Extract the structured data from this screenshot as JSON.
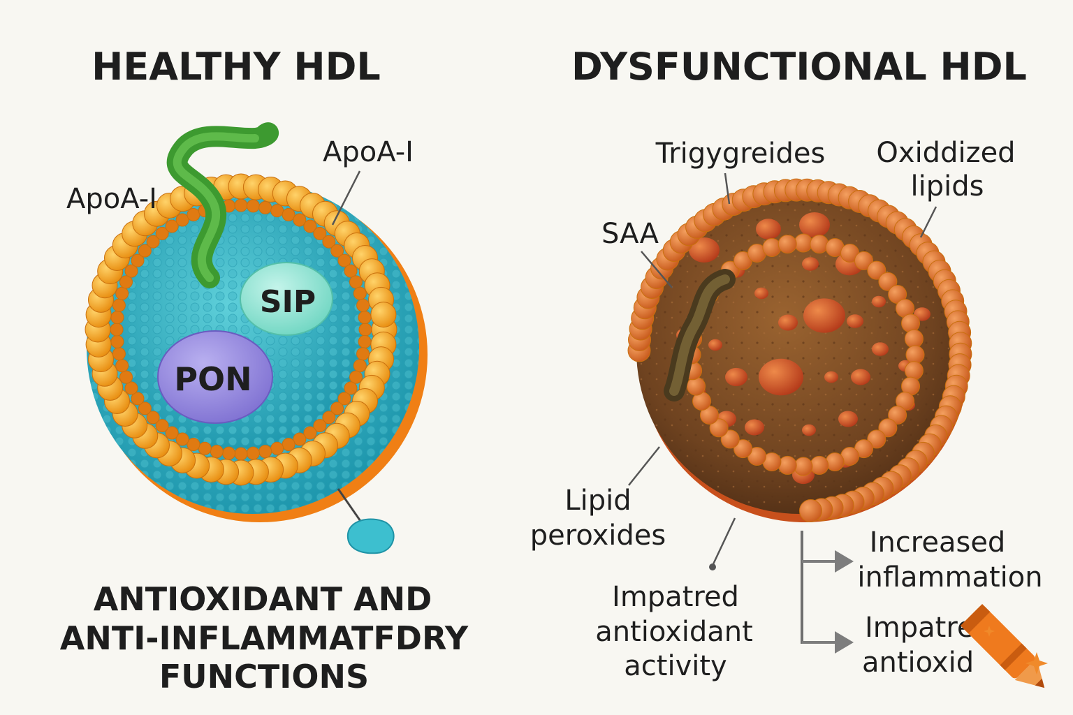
{
  "healthy": {
    "title": "HEALTHY HDL",
    "label_apoa1_right": "ApoA-I",
    "label_apoa1_left": "ApoA-I",
    "protein_sip": "SIP",
    "protein_pon": "PON",
    "function_lines": [
      "ANTIOXIDANT AND",
      "ANTI-INFLAMMATFDRY",
      "FUNCTIONS"
    ]
  },
  "dysfunctional": {
    "title": "DYSFUNCTIONAL HDL",
    "label_trig": "Trigygreides",
    "label_oxid_lines": [
      "Oxiddized",
      "lipids"
    ],
    "label_saa": "SAA",
    "label_lipid_lines": [
      "Lipid",
      "peroxides"
    ],
    "label_impaired_lines": [
      "Impatred",
      "antioxidant",
      "activity"
    ],
    "effect_1_lines": [
      "Increased",
      "inflammation"
    ],
    "effect_2_lines": [
      "Impatred",
      "antioxid"
    ]
  },
  "colors": {
    "shell_orange": "#f2a21a",
    "core_teal": "#3cb9c8",
    "apoa_green": "#4aa83a",
    "sip_mint": "#8fe3d2",
    "pon_purple": "#9a8ee0",
    "dys_brown": "#7a4a22",
    "dys_bead": "#e0732a",
    "ink": "#1e1e1e"
  },
  "icons": {
    "pencil": "pencil-icon",
    "sparkle": "sparkle-icon"
  }
}
